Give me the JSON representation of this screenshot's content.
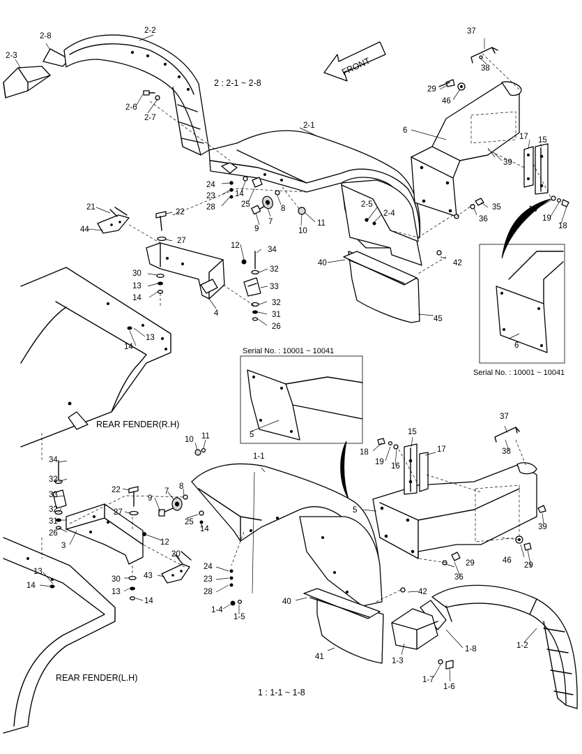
{
  "front_arrow": "FRONT",
  "group2": "2 : 2-1 ~ 2-8",
  "group1": "1 : 1-1 ~ 1-8",
  "rear_fender_rh": "REAR FENDER(R.H)",
  "rear_fender_lh": "REAR FENDER(L.H)",
  "serial_inset_left": "Serial No. : 10001 ~ 10041",
  "serial_inset_right": "Serial No. : 10001 ~ 10041",
  "callouts": {
    "c23": "2-3",
    "c28": "2-8",
    "c22": "2-2",
    "c26": "2-6",
    "c27": "2-7",
    "c21": "2-1",
    "c25": "2-5",
    "c24": "2-4",
    "t37": "37",
    "t38": "38",
    "t29": "29",
    "t46": "46",
    "t6": "6",
    "t17": "17",
    "t15": "15",
    "t39": "39",
    "t35": "35",
    "t36": "36",
    "t16": "16",
    "t19": "19",
    "t18": "18",
    "t24": "24",
    "t23": "23",
    "t28": "28",
    "t14": "14",
    "t25": "25",
    "t8": "8",
    "t7": "7",
    "t9": "9",
    "t10": "10",
    "t11": "11",
    "t21": "21",
    "t22": "22",
    "t44": "44",
    "t27": "27",
    "t12": "12",
    "t34": "34",
    "t32": "32",
    "t33": "33",
    "t30": "30",
    "t13": "13",
    "t14b": "14",
    "t4": "4",
    "t32b": "32",
    "t31": "31",
    "t26": "26",
    "t40": "40",
    "t42": "42",
    "t45": "45",
    "t14c": "14",
    "t13c": "13",
    "t6b": "6",
    "t5": "5",
    "b10": "10",
    "b11": "11",
    "b34": "34",
    "b32": "32",
    "b33": "33",
    "b32b": "32",
    "b31": "31",
    "b26": "26",
    "b3": "3",
    "b22": "22",
    "b27": "27",
    "b9": "9",
    "b7": "7",
    "b8": "8",
    "b25": "25",
    "b14": "14",
    "b12": "12",
    "b20": "20",
    "b43": "43",
    "b30": "30",
    "b13": "13",
    "b14b": "14",
    "b13c": "13",
    "b14c": "14",
    "b24": "24",
    "b23": "23",
    "b28": "28",
    "b14d": "1-4",
    "b15": "1-5",
    "b11x": "1-1",
    "b18": "18",
    "b19": "19",
    "b16": "16",
    "b15p": "15",
    "b17": "17",
    "b37": "37",
    "b38": "38",
    "b5": "5",
    "b39": "39",
    "b46": "46",
    "b29": "29",
    "b29b": "29",
    "b36": "36",
    "b42": "42",
    "b40": "40",
    "b41": "41",
    "b13x": "1-3",
    "b18x": "1-8",
    "b12x": "1-2",
    "b17x": "1-7",
    "b16x": "1-6"
  }
}
